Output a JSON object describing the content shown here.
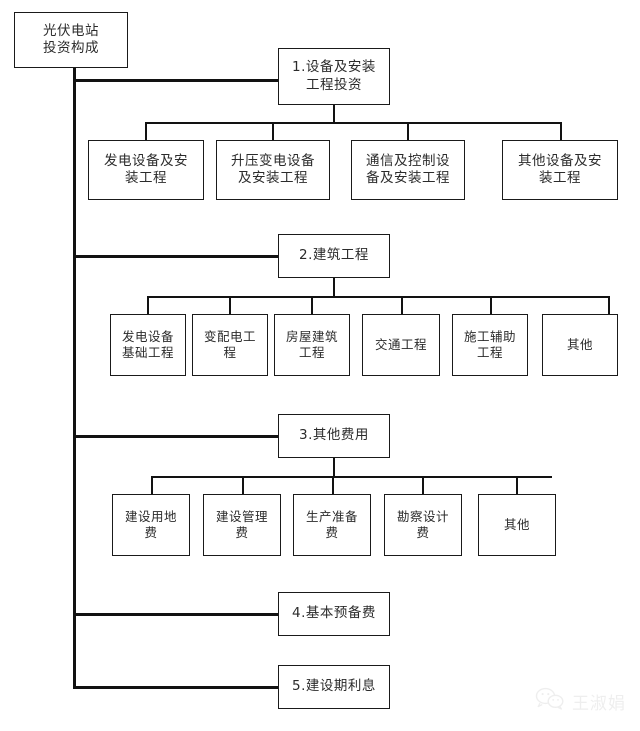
{
  "diagram": {
    "type": "tree-flowchart",
    "orientation": "top-down-left-trunk",
    "root": {
      "label": "光伏电站\n投资构成"
    },
    "branches": [
      {
        "id": "branch-1",
        "label": "1.设备及安装\n工程投资",
        "children": [
          {
            "label": "发电设备及安\n装工程"
          },
          {
            "label": "升压变电设备\n及安装工程"
          },
          {
            "label": "通信及控制设\n备及安装工程"
          },
          {
            "label": "其他设备及安\n装工程"
          }
        ]
      },
      {
        "id": "branch-2",
        "label": "2.建筑工程",
        "children": [
          {
            "label": "发电设备\n基础工程"
          },
          {
            "label": "变配电工\n程"
          },
          {
            "label": "房屋建筑\n工程"
          },
          {
            "label": "交通工程"
          },
          {
            "label": "施工辅助\n工程"
          },
          {
            "label": "其他"
          }
        ]
      },
      {
        "id": "branch-3",
        "label": "3.其他费用",
        "children": [
          {
            "label": "建设用地\n费"
          },
          {
            "label": "建设管理\n费"
          },
          {
            "label": "生产准备\n费"
          },
          {
            "label": "勘察设计\n费"
          },
          {
            "label": "其他"
          }
        ]
      },
      {
        "id": "branch-4",
        "label": "4.基本预备费",
        "children": []
      },
      {
        "id": "branch-5",
        "label": "5.建设期利息",
        "children": []
      }
    ]
  },
  "watermark": {
    "text": "王淑娟",
    "icon": "wechat-icon"
  },
  "colors": {
    "line": "#121212",
    "box_border": "#1a1a1a",
    "box_fill": "#ffffff",
    "text": "#2b2b2b",
    "background": "#ffffff",
    "watermark": "#9a9a9a"
  }
}
